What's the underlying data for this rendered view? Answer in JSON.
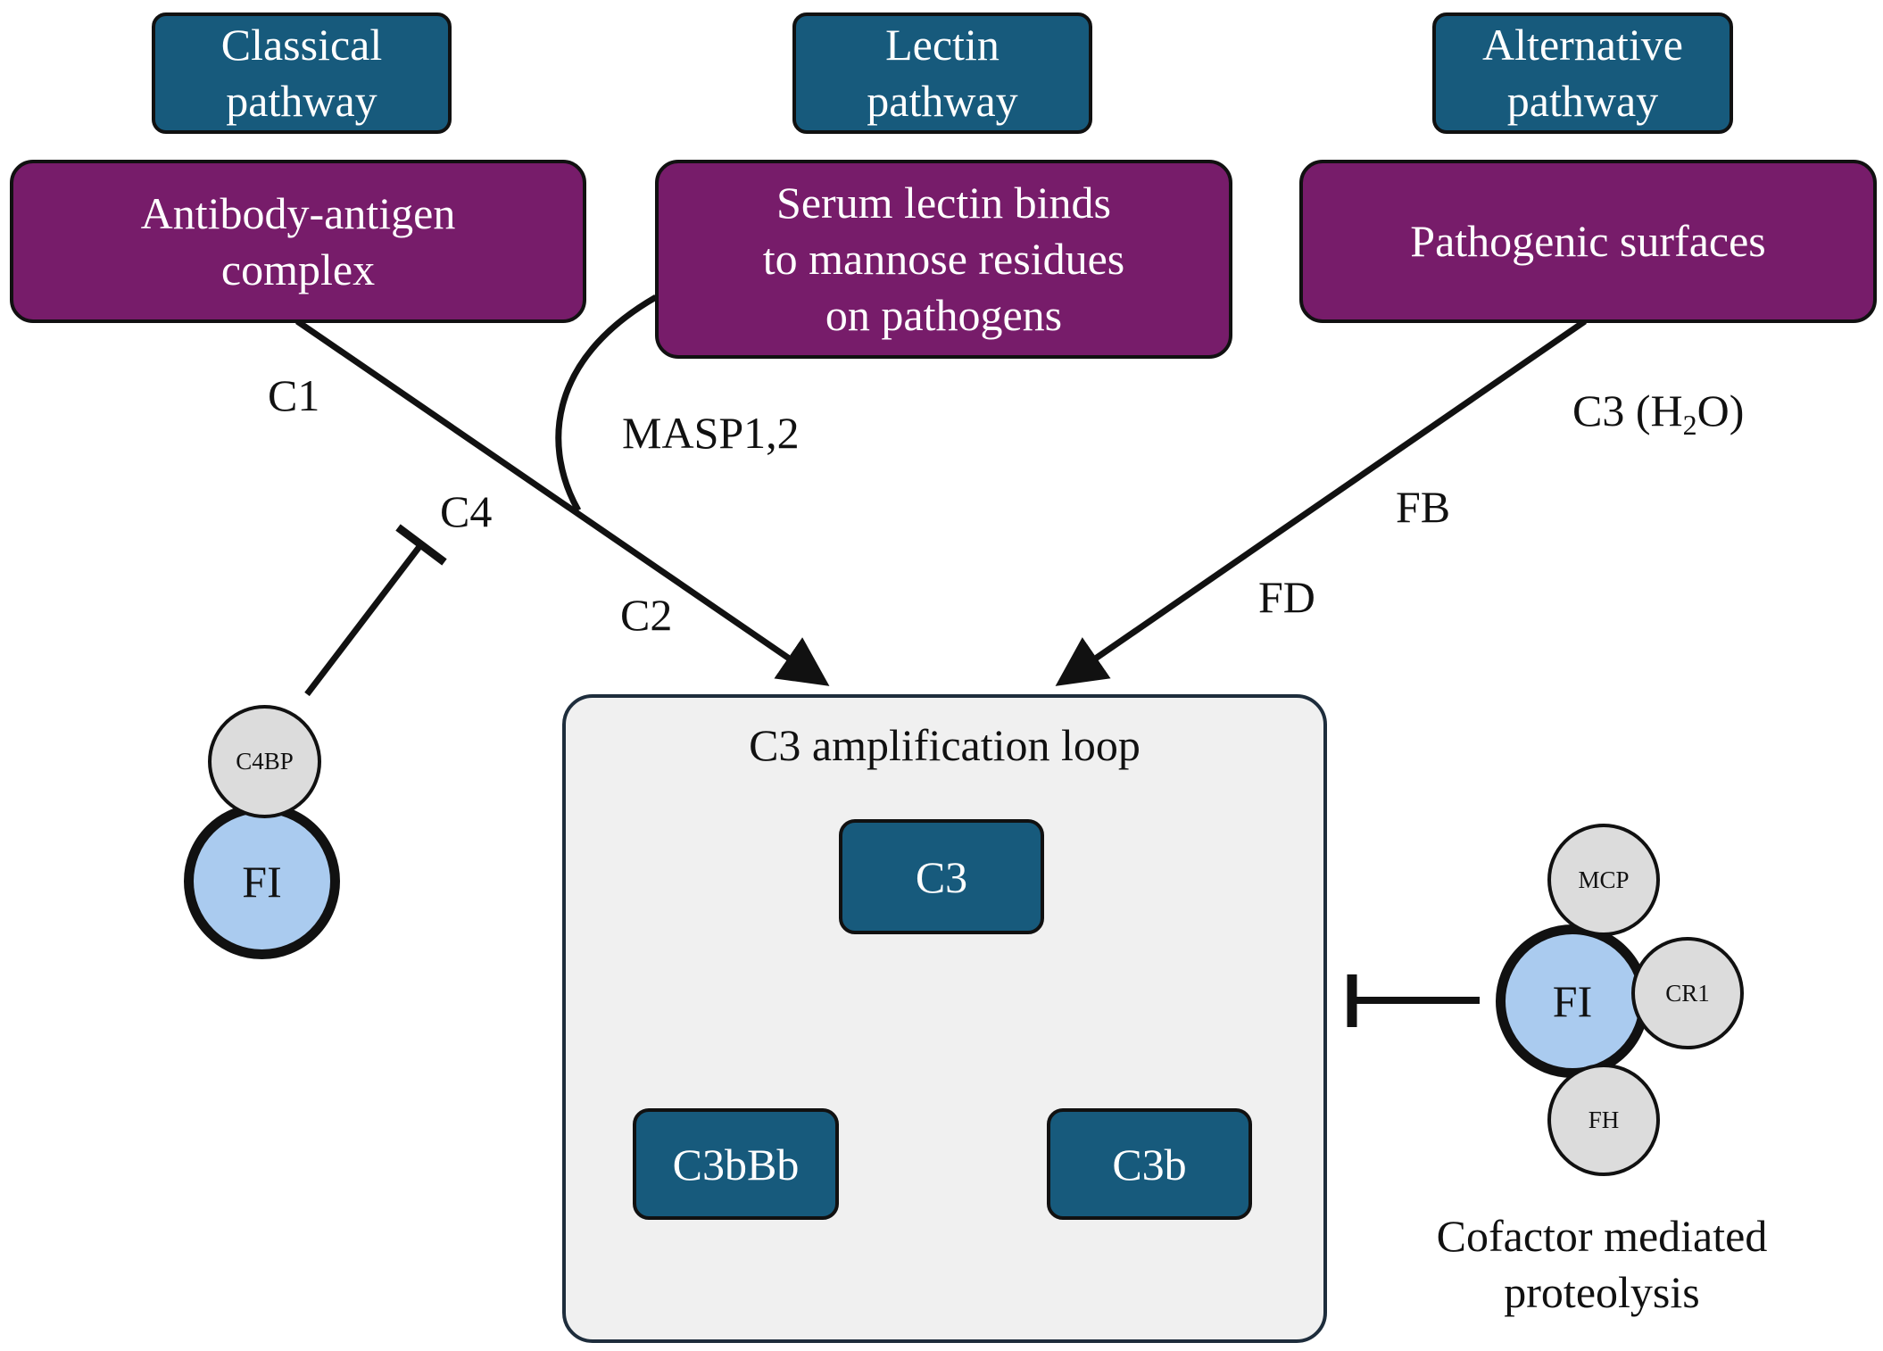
{
  "pathways": [
    {
      "title": "Classical\npathway",
      "trigger": "Antibody-antigen\ncomplex"
    },
    {
      "title": "Lectin\npathway",
      "trigger": "Serum lectin binds\nto mannose residues\non pathogens"
    },
    {
      "title": "Alternative\npathway",
      "trigger": "Pathogenic surfaces"
    }
  ],
  "labels": {
    "c1": "C1",
    "c4": "C4",
    "c2": "C2",
    "masp": "MASP1,2",
    "c3_h2o_prefix": "C3 (H",
    "c3_h2o_sub": "2",
    "c3_h2o_suffix": "O)",
    "fb": "FB",
    "fd": "FD"
  },
  "loop": {
    "title": "C3 amplification loop",
    "nodes": {
      "c3": "C3",
      "c3b": "C3b",
      "c3bbb": "C3bBb"
    }
  },
  "left_inhibitor": {
    "cofactor": "C4BP",
    "enzyme": "FI"
  },
  "right_inhibitor": {
    "enzyme": "FI",
    "cofactors": {
      "top": "MCP",
      "right": "CR1",
      "bottom": "FH"
    },
    "caption": "Cofactor mediated\nproteolysis"
  },
  "colors": {
    "pathway_box": "#175a7c",
    "trigger_box": "#771c6a",
    "loop_panel": "#f0f0f0",
    "fi_fill": "#aacbef",
    "cofactor_fill": "#dcdcdc",
    "stroke": "#111111"
  }
}
